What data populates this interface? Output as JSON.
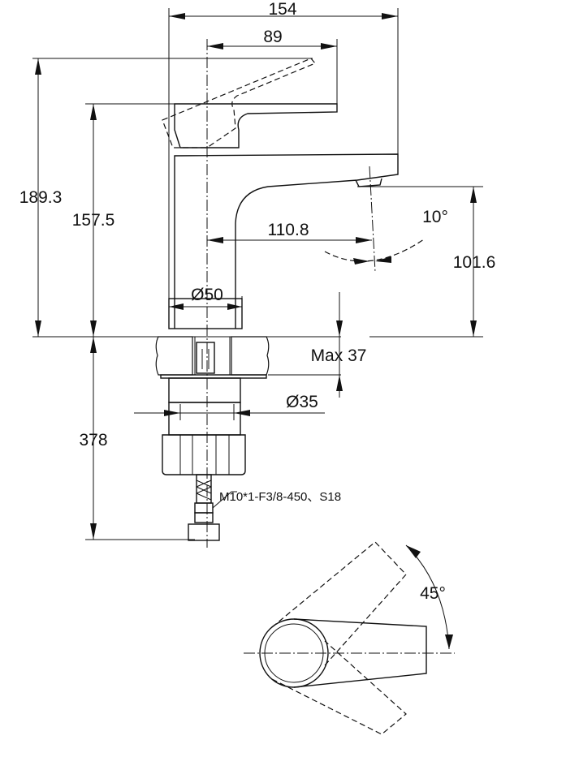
{
  "title": "Basin faucet dimension drawing",
  "dimensions": {
    "overall_width": "154",
    "handle_reach": "89",
    "overall_height": "189.3",
    "body_height": "157.5",
    "spout_reach": "110.8",
    "spout_angle": "10°",
    "spout_height": "101.6",
    "base_diameter": "Ø50",
    "max_counter_thickness": "Max 37",
    "shank_diameter": "Ø35",
    "below_counter_length": "378",
    "hose_spec": "M10*1-F3/8-450、S18",
    "handle_rotation": "45°"
  }
}
